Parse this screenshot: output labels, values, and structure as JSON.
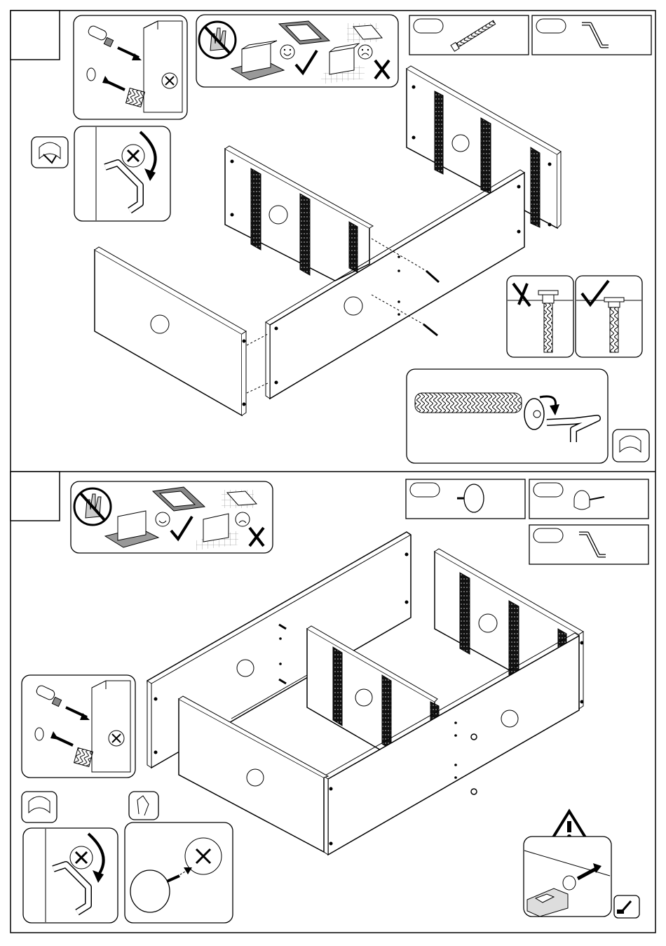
{
  "steps": [
    {
      "id": "step-1",
      "number": "",
      "parts": [
        {
          "name": "long-bolt",
          "qty": "",
          "icon": "bolt-icon"
        },
        {
          "name": "allen-key",
          "qty": "",
          "icon": "allen-key-icon"
        }
      ],
      "notes": [
        "work-on-soft-surface",
        "cam-lock-insert",
        "tighten-clockwise",
        "bolt-flush-check",
        "tighten-bolt-with-key"
      ]
    },
    {
      "id": "step-2",
      "number": "",
      "parts": [
        {
          "name": "cam-bolt-pin",
          "qty": "",
          "icon": "cam-pin-icon"
        },
        {
          "name": "nail-pad",
          "qty": "",
          "icon": "nail-pad-icon"
        },
        {
          "name": "allen-key",
          "qty": "",
          "icon": "allen-key-icon"
        }
      ],
      "notes": [
        "work-on-soft-surface",
        "cam-lock-insert",
        "tighten-clockwise",
        "insert-cam-pin",
        "caution-hammer-pad"
      ]
    }
  ],
  "colors": {
    "line": "#000000",
    "panel": "#ffffff",
    "shade": "#bdbdbd",
    "dark": "#1a1a1a"
  }
}
